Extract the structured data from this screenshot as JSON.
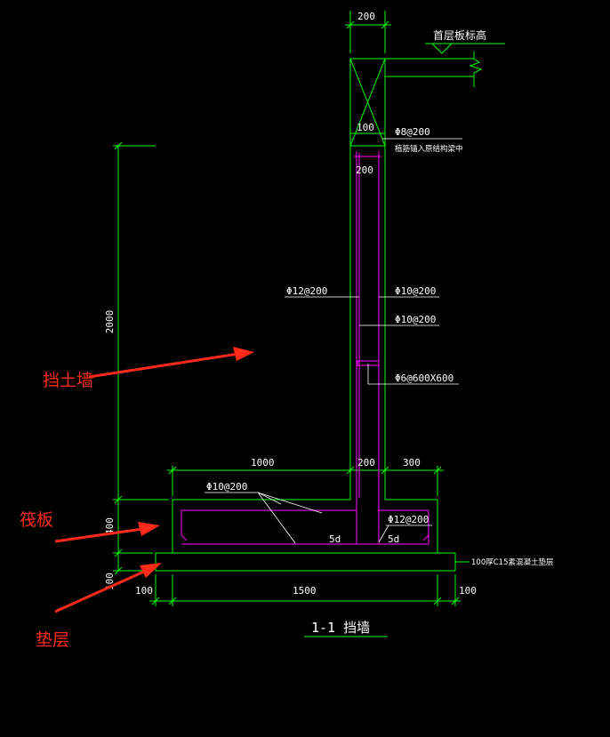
{
  "colors": {
    "outline": "#00ff00",
    "rebar": "#ff00ff",
    "text": "#ffffff",
    "annotation": "#ff2a1a",
    "background": "#000000"
  },
  "dimensions": {
    "wall_thickness_top": "200",
    "wall_height": "2000",
    "slab_left_ext": "1000",
    "slab_wall_width": "200",
    "slab_right_ext": "300",
    "slab_thickness": "400",
    "cushion_thickness": "100",
    "cushion_left": "100",
    "slab_total": "1500",
    "cushion_right": "100",
    "inner_top_offset": "100",
    "inner_width": "200"
  },
  "labels": {
    "floor_level": "首层板标高",
    "top_rebar": "Φ8@200",
    "anchor_note": "植筋锚入原结构梁中",
    "wall_rebar_left": "Φ12@200",
    "wall_rebar_right_1": "Φ10@200",
    "wall_rebar_right_2": "Φ10@200",
    "tie_rebar": "Φ6@600X600",
    "slab_top_rebar": "Φ10@200",
    "slab_bottom_rebar": "Φ12@200",
    "lap_left": "5d",
    "lap_right": "5d",
    "cushion_note": "100厚C15素混凝土垫层",
    "title": "1-1 挡墙"
  },
  "annotations": {
    "retaining_wall": "挡土墙",
    "raft_slab": "筏板",
    "cushion": "垫层"
  }
}
